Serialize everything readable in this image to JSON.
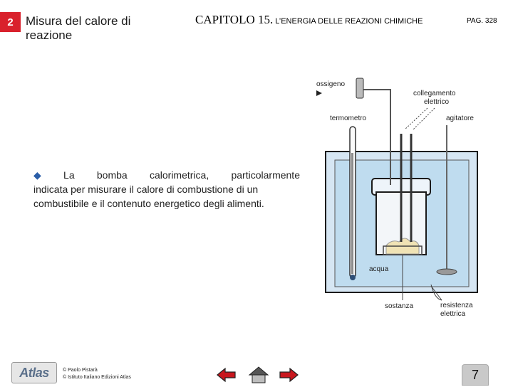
{
  "header": {
    "section_number": "2",
    "section_title": "Misura del calore di reazione",
    "chapter_label": "CAPITOLO 15.",
    "chapter_subtitle": "L’ENERGIA DELLE REAZIONI CHIMICHE",
    "page_label": "PAG. 328"
  },
  "body": {
    "bullet_words": [
      "La",
      "bomba",
      "calorimetrica,",
      "particolarmente"
    ],
    "bullet_rest_1": "indicata per misurare il calore di combustione di un",
    "bullet_rest_2": "combustibile e il contenuto energetico degli alimenti."
  },
  "diagram": {
    "labels": {
      "ossigeno": "ossigeno",
      "collegamento_1": "collegamento",
      "collegamento_2": "elettrico",
      "termometro": "termometro",
      "agitatore": "agitatore",
      "acqua": "acqua",
      "sostanza": "sostanza",
      "resistenza_1": "resistenza",
      "resistenza_2": "elettrica"
    },
    "colors": {
      "water": "#bfdcef",
      "outer": "#d6e6f3",
      "border": "#1b1b1b",
      "sample": "#f0e3b5"
    }
  },
  "footer": {
    "logo": "Atlas",
    "credit_1": "© Paolo Pistarà",
    "credit_2": "© Istituto Italiano Edizioni Atlas",
    "slide_number": "7",
    "nav_icons": [
      "arrow-left-icon",
      "home-icon",
      "arrow-right-icon"
    ],
    "accent_color": "#d9212c"
  }
}
